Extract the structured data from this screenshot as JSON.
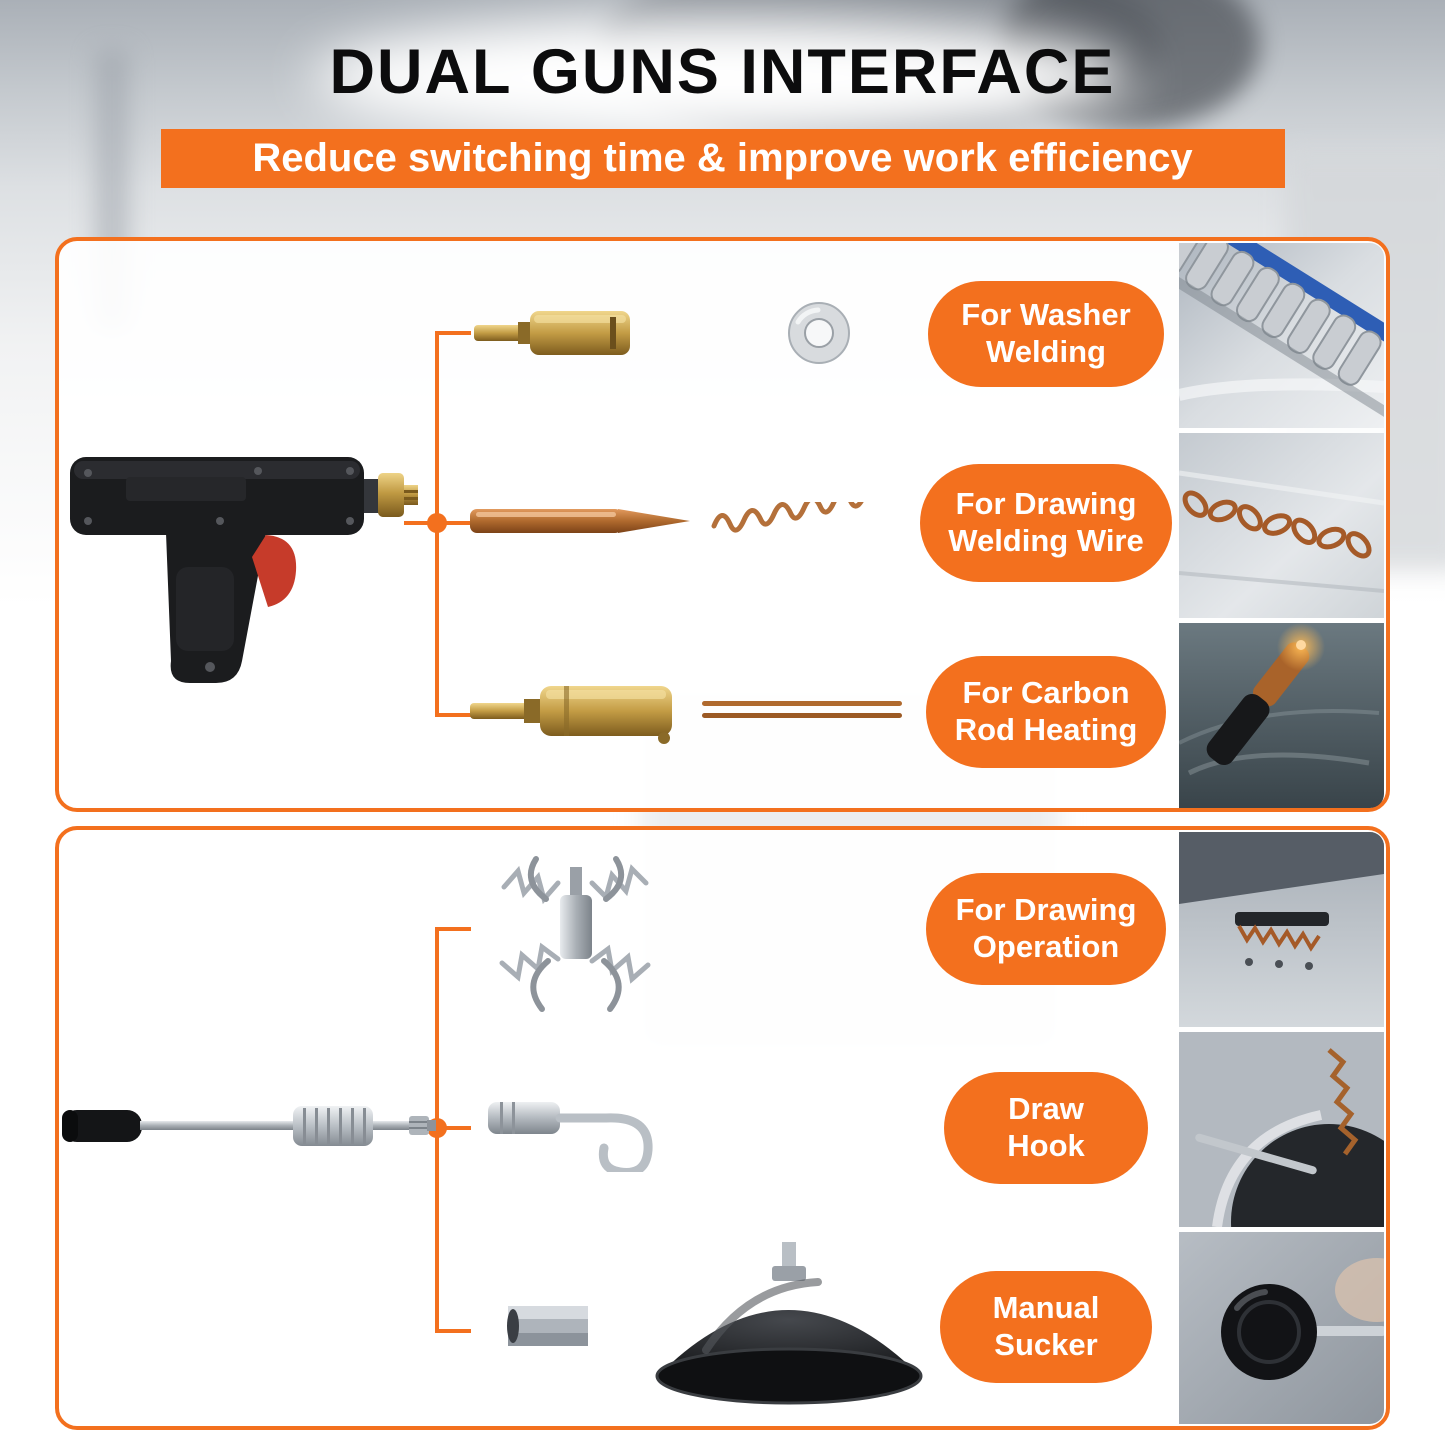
{
  "header": {
    "title": "DUAL GUNS INTERFACE",
    "banner": "Reduce switching time & improve work efficiency"
  },
  "colors": {
    "accent": "#f3701e",
    "title_text": "#0c0c0d",
    "banner_text": "#ffffff"
  },
  "panels": [
    {
      "id": "welding-gun-panel",
      "tool_illustration": "stud-welding-gun",
      "rows": [
        {
          "label": "For Washer Welding",
          "part_illustration": "stud-welding-tip-and-washer",
          "photo": "washer-welding-photo"
        },
        {
          "label": "For Drawing Welding Wire",
          "part_illustration": "copper-electrode-and-welding-wire",
          "photo": "drawing-welding-wire-photo"
        },
        {
          "label": "For Carbon Rod Heating",
          "part_illustration": "carbon-rod-holder-and-copper-rods",
          "photo": "carbon-rod-heating-photo"
        }
      ]
    },
    {
      "id": "slide-hammer-panel",
      "tool_illustration": "slide-hammer-puller",
      "rows": [
        {
          "label": "For Drawing Operation",
          "part_illustration": "spring-claw-puller",
          "photo": "drawing-operation-photo"
        },
        {
          "label": "Draw Hook",
          "part_illustration": "draw-hook-attachment",
          "photo": "draw-hook-photo"
        },
        {
          "label": "Manual Sucker",
          "part_illustration": "hex-coupler-and-suction-cup",
          "photo": "manual-sucker-photo"
        }
      ]
    }
  ]
}
